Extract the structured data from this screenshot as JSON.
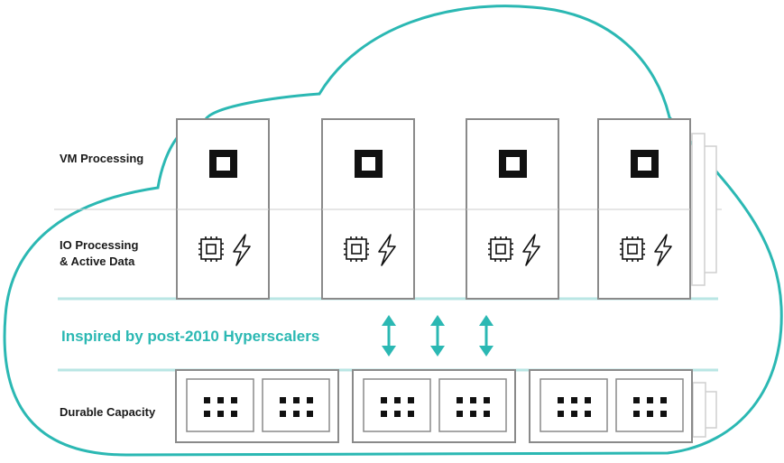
{
  "labels": {
    "vm": "VM Processing",
    "io_line1": "IO Processing",
    "io_line2": "& Active Data",
    "tagline": "Inspired by post-2010 Hyperscalers",
    "durable": "Durable Capacity"
  },
  "colors": {
    "accent": "#2bb8b3",
    "accent_light": "#b9e6e4",
    "box_border": "#8a8a8a",
    "ghost_border": "#cfcfcf",
    "divider": "#cccccc",
    "ink": "#1a1a1a"
  },
  "compute_nodes": [
    {
      "vm_icon": "vm-square-icon",
      "io_icons": [
        "cpu-chip-icon",
        "lightning-bolt-icon"
      ]
    },
    {
      "vm_icon": "vm-square-icon",
      "io_icons": [
        "cpu-chip-icon",
        "lightning-bolt-icon"
      ]
    },
    {
      "vm_icon": "vm-square-icon",
      "io_icons": [
        "cpu-chip-icon",
        "lightning-bolt-icon"
      ]
    },
    {
      "vm_icon": "vm-square-icon",
      "io_icons": [
        "cpu-chip-icon",
        "lightning-bolt-icon"
      ]
    }
  ],
  "storage_enclosures": [
    {
      "drives": 2,
      "drive_icon": "drive-dots-icon"
    },
    {
      "drives": 2,
      "drive_icon": "drive-dots-icon"
    },
    {
      "drives": 2,
      "drive_icon": "drive-dots-icon"
    }
  ],
  "arrows": [
    "double-arrow-icon",
    "double-arrow-icon",
    "double-arrow-icon"
  ]
}
